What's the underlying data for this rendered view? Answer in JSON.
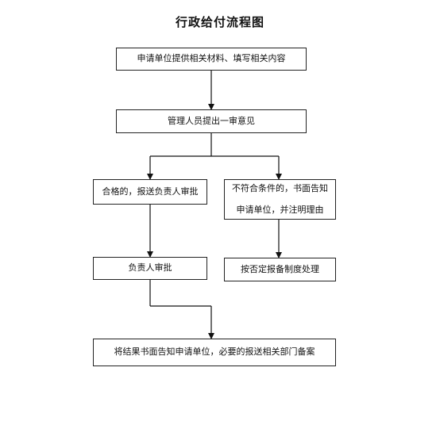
{
  "title": "行政给付流程图",
  "nodes": {
    "apply": "申请单位提供相关材料、填写相关内容",
    "review": "管理人员提出一审意见",
    "qualified": "合格的，报送负责人审批",
    "unqualified_line1": "不符合条件的，书面告知",
    "unqualified_line2": "申请单位，并注明理由",
    "approve": "负责人审批",
    "reject": "按否定报备制度处理",
    "notify": "将结果书面告知申请单位，必要的报送相关部门备案"
  }
}
